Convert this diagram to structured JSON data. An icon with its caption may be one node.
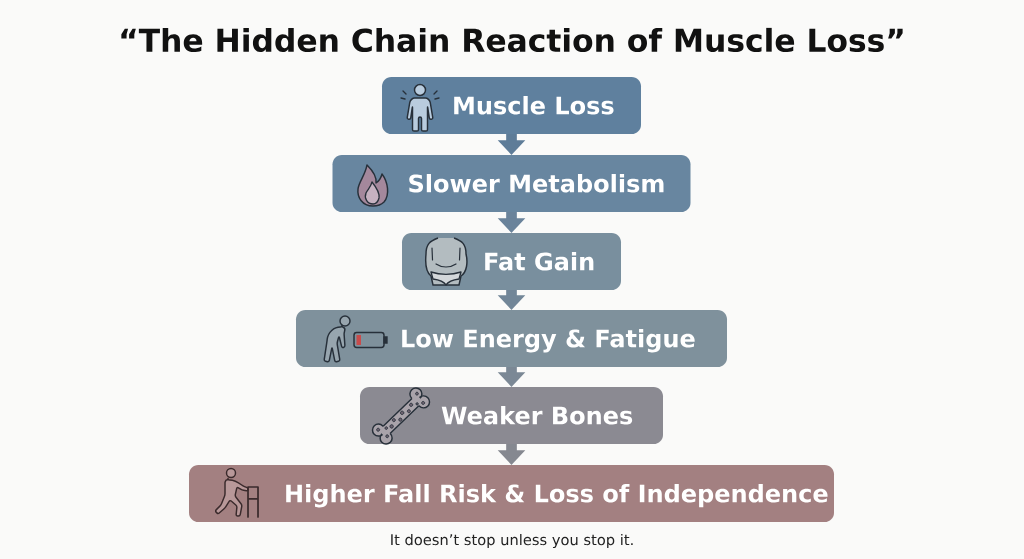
{
  "diagram": {
    "title": "“The Hidden Chain Reaction of Muscle Loss”",
    "caption": "It doesn’t stop unless you stop it.",
    "nodes": [
      {
        "text": [
          "Muscle Loss"
        ]
      },
      {
        "text": [
          "Slower Metabolism"
        ]
      },
      {
        "text": [
          "Fat Gain"
        ]
      },
      {
        "text": [
          "Low Energy & Fatigue"
        ]
      },
      {
        "text": [
          "Weaker Bones"
        ]
      },
      {
        "text": [
          "Higher Fall Risk & Loss of Independence"
        ]
      }
    ],
    "edges": [
      {
        "from": 0,
        "to": 1,
        "arrow": "to"
      },
      {
        "from": 1,
        "to": 2,
        "arrow": "to"
      },
      {
        "from": 2,
        "to": 3,
        "arrow": "to"
      },
      {
        "from": 3,
        "to": 4,
        "arrow": "to"
      },
      {
        "from": 4,
        "to": 5,
        "arrow": "to"
      }
    ]
  }
}
